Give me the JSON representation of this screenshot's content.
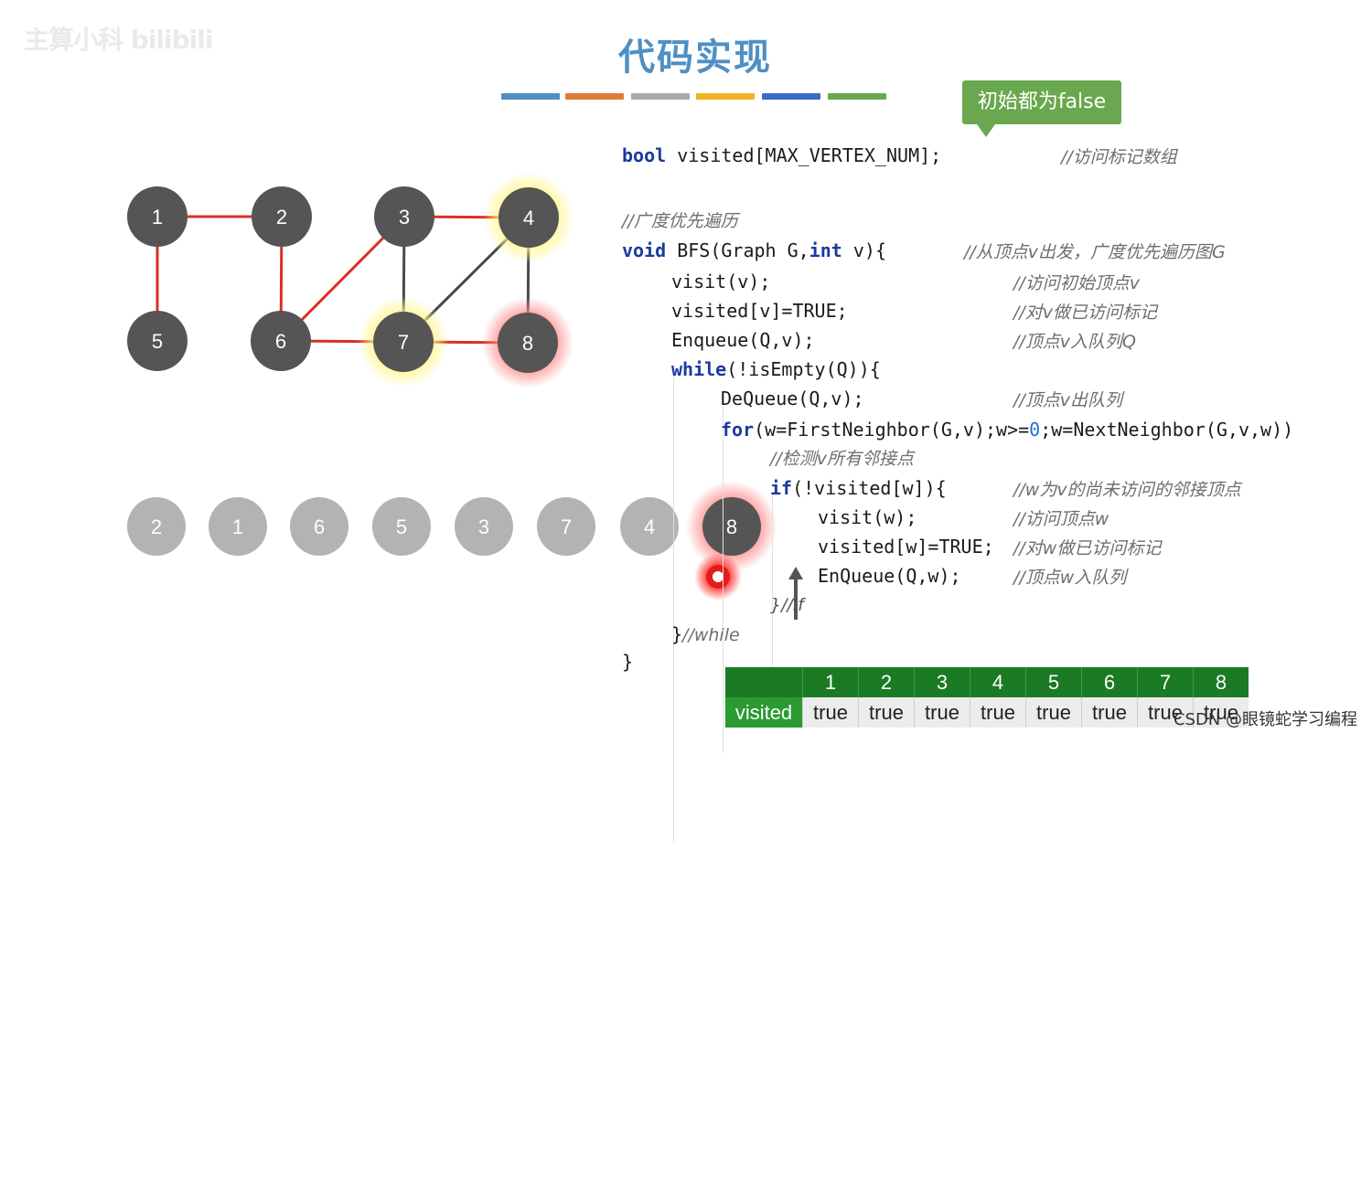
{
  "header": {
    "watermark": "主算小科 bilibili",
    "title": "代码实现",
    "color_bars": [
      "#4f8fc4",
      "#e07b39",
      "#a8a8a8",
      "#f0b323",
      "#3a6cc0",
      "#6aa84f"
    ]
  },
  "tooltip": {
    "text": "初始都为false"
  },
  "code": {
    "decl_bool": "bool",
    "decl_rest": " visited[MAX_VERTEX_NUM];",
    "decl_comment": "//访问标记数组",
    "bfs_comment": "//广度优先遍历",
    "sig_void": "void",
    "sig_mid": " BFS(Graph G,",
    "sig_int": "int",
    "sig_end": " v){",
    "sig_comment": "//从顶点v出发，广度优先遍历图G",
    "l_visit": "visit(v);",
    "c_visit": "//访问初始顶点v",
    "l_visited": "visited[v]=TRUE;",
    "c_visited": "//对v做已访问标记",
    "l_enqueue": "Enqueue(Q,v);",
    "c_enqueue": "//顶点v入队列Q",
    "l_while_kw": "while",
    "l_while_rest": "(!isEmpty(Q)){",
    "l_dequeue": "DeQueue(Q,v);",
    "c_dequeue": "//顶点v出队列",
    "l_for_kw": "for",
    "l_for_a": "(w=FirstNeighbor(G,v);w>=",
    "l_for_zero": "0",
    "l_for_b": ";w=NextNeighbor(G,v,w))",
    "c_check": "//检测v所有邻接点",
    "l_if_kw": "if",
    "l_if_rest": "(!visited[w]){",
    "c_if": "//w为v的尚未访问的邻接顶点",
    "l_visitw": "visit(w);",
    "c_visitw": "//访问顶点w",
    "l_visitedw": "visited[w]=TRUE;",
    "c_visitedw": "//对w做已访问标记",
    "l_enqw": "EnQueue(Q,w);",
    "c_enqw": "//顶点w入队列",
    "l_endif": "}//if",
    "l_endwhile_brace": "}",
    "l_endwhile_cmt": "//while",
    "l_end": "}"
  },
  "graph": {
    "vertices": [
      {
        "label": "1",
        "glow": "none"
      },
      {
        "label": "2",
        "glow": "none"
      },
      {
        "label": "3",
        "glow": "none"
      },
      {
        "label": "4",
        "glow": "yellow"
      },
      {
        "label": "5",
        "glow": "none"
      },
      {
        "label": "6",
        "glow": "none"
      },
      {
        "label": "7",
        "glow": "yellow"
      },
      {
        "label": "8",
        "glow": "red"
      }
    ],
    "edges": [
      {
        "from": "1",
        "to": "2",
        "color": "red"
      },
      {
        "from": "1",
        "to": "5",
        "color": "red"
      },
      {
        "from": "2",
        "to": "6",
        "color": "red"
      },
      {
        "from": "3",
        "to": "4",
        "color": "red"
      },
      {
        "from": "3",
        "to": "6",
        "color": "red"
      },
      {
        "from": "3",
        "to": "7",
        "color": "gray"
      },
      {
        "from": "4",
        "to": "7",
        "color": "gray"
      },
      {
        "from": "4",
        "to": "8",
        "color": "gray"
      },
      {
        "from": "6",
        "to": "7",
        "color": "red"
      },
      {
        "from": "7",
        "to": "8",
        "color": "red"
      }
    ]
  },
  "queue": {
    "items": [
      {
        "label": "2",
        "state": "dequeued"
      },
      {
        "label": "1",
        "state": "dequeued"
      },
      {
        "label": "6",
        "state": "dequeued"
      },
      {
        "label": "5",
        "state": "dequeued"
      },
      {
        "label": "3",
        "state": "dequeued"
      },
      {
        "label": "7",
        "state": "dequeued"
      },
      {
        "label": "4",
        "state": "dequeued"
      },
      {
        "label": "8",
        "state": "current"
      }
    ]
  },
  "visited_table": {
    "row_label": "visited",
    "columns": [
      "1",
      "2",
      "3",
      "4",
      "5",
      "6",
      "7",
      "8"
    ],
    "values": [
      "true",
      "true",
      "true",
      "true",
      "true",
      "true",
      "true",
      "true"
    ]
  },
  "footer": {
    "watermark": "CSDN @眼镜蛇学习编程"
  }
}
